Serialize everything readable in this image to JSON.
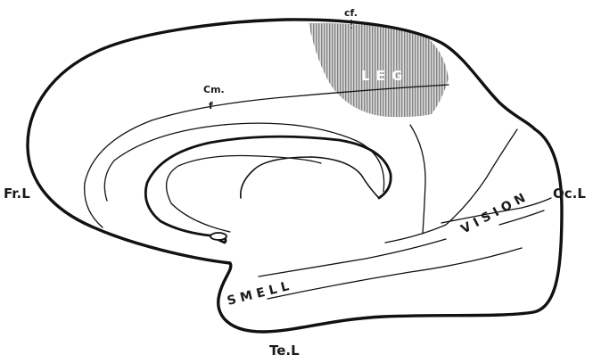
{
  "diagram": {
    "labels": {
      "cf": "cf.",
      "leg": "L E G",
      "cm": "Cm.",
      "f": "f",
      "frontal_lobe": "Fr.L",
      "occipital_lobe": "Oc.L",
      "temporal_lobe": "Te.L",
      "vision": "V I S I O N",
      "smell": "S M E L L"
    },
    "colors": {
      "ink": "#111111",
      "leg_area_fill": "#bdbdbd",
      "background": "#ffffff"
    },
    "shaded_region": "leg-area-hatched"
  }
}
